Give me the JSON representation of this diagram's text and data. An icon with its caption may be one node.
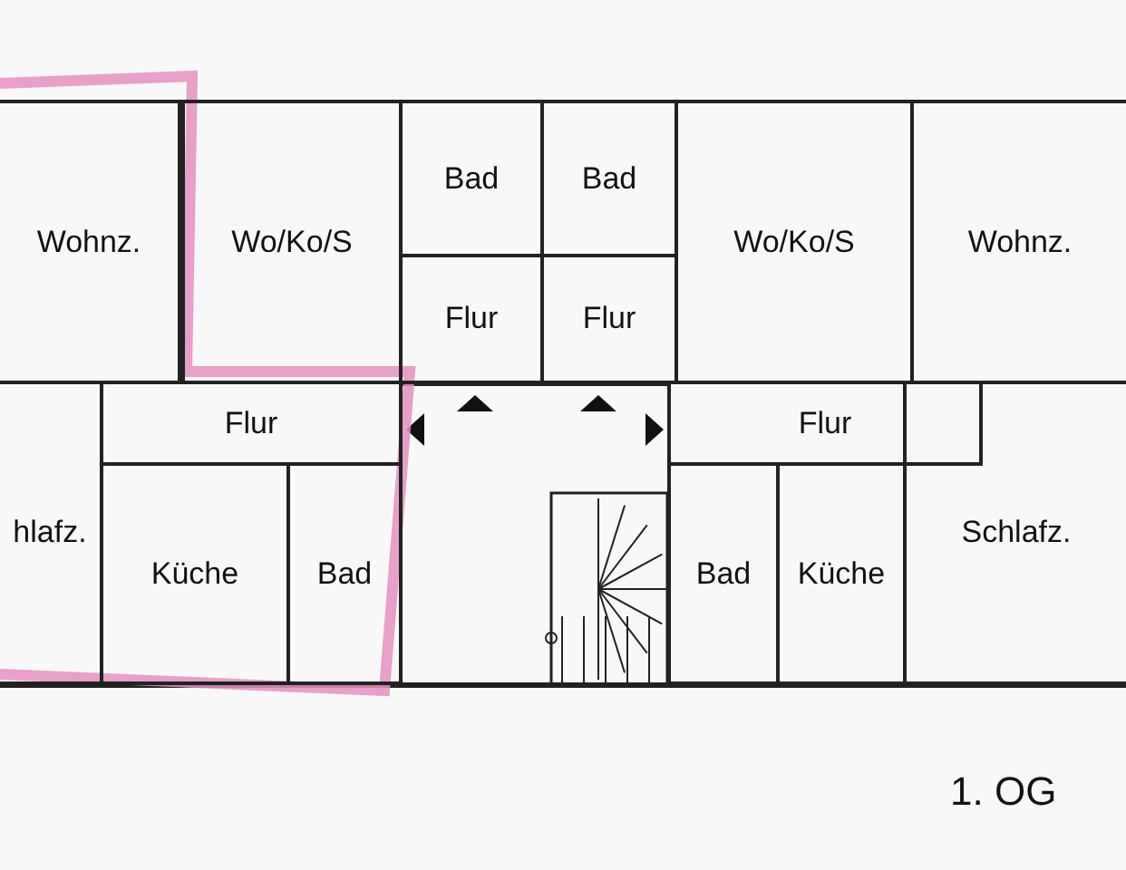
{
  "diagram": {
    "nodes": [
      {
        "text": [
          "Wohnz."
        ]
      },
      {
        "text": [
          "Wo/Ko/S"
        ]
      },
      {
        "text": [
          "Bad"
        ]
      },
      {
        "text": [
          "Bad"
        ]
      },
      {
        "text": [
          "Wo/Ko/S"
        ]
      },
      {
        "text": [
          "Wohnz."
        ]
      },
      {
        "text": [
          "Flur"
        ]
      },
      {
        "text": [
          "Flur"
        ]
      },
      {
        "text": [
          "Flur"
        ]
      },
      {
        "text": [
          "Flur"
        ]
      },
      {
        "text": [
          "hlafz."
        ]
      },
      {
        "text": [
          "Küche"
        ]
      },
      {
        "text": [
          "Bad"
        ]
      },
      {
        "text": [
          "Bad"
        ]
      },
      {
        "text": [
          "Küche"
        ]
      },
      {
        "text": [
          "Schlafz."
        ]
      }
    ],
    "labels": [
      "1. OG"
    ]
  }
}
